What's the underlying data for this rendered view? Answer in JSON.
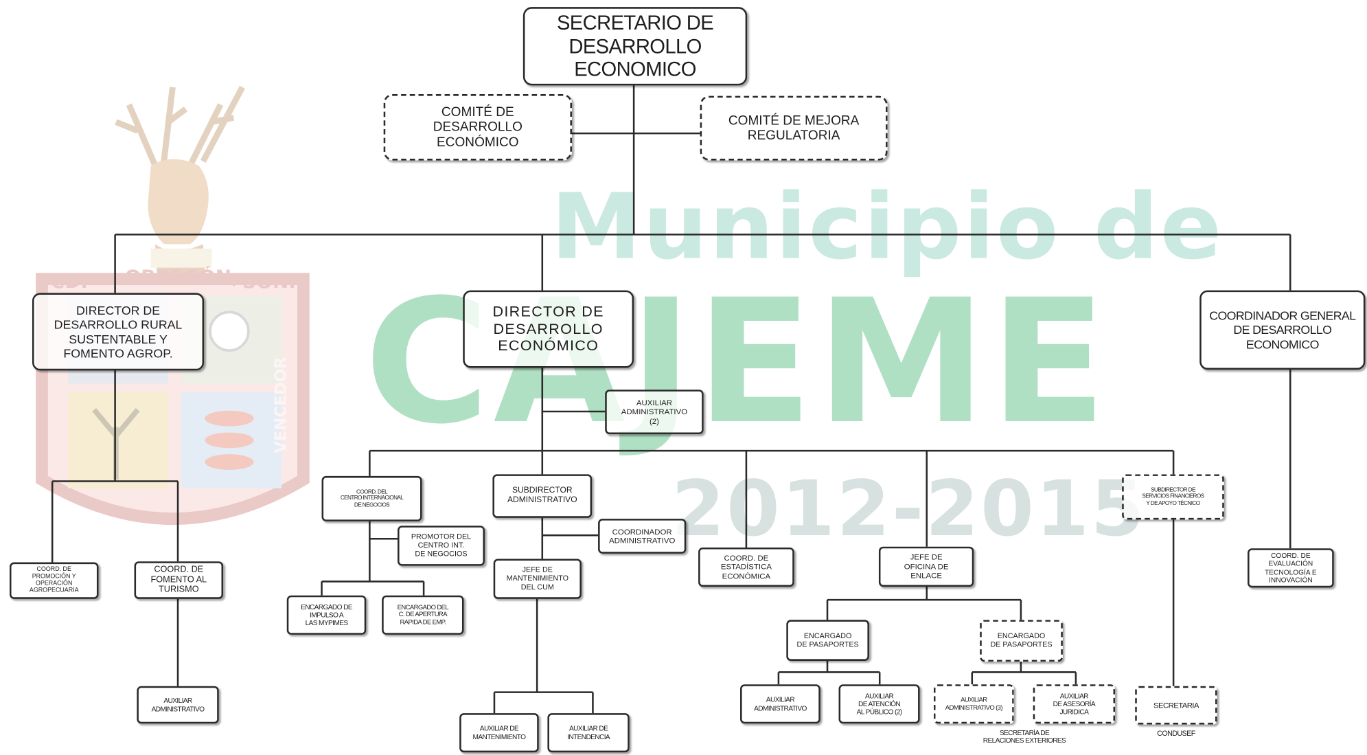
{
  "watermark": {
    "line1": "Municipio de",
    "line2": "CAJEME",
    "line3": "2012-2015",
    "crest_text": [
      "CD.",
      "OBREGÓN,",
      "SON.",
      "VENCEDOR"
    ]
  },
  "nodes": {
    "secretario": "SECRETARIO DE\nDESARROLLO ECONOMICO",
    "comite_desarrollo": "COMITÉ DE\nDESARROLLO\nECONÓMICO",
    "comite_mejora": "COMITÉ DE  MEJORA\nREGULATORIA",
    "director_rural": "DIRECTOR DE\nDESARROLLO RURAL\nSUSTENTABLE Y\nFOMENTO AGROP.",
    "director_desarrollo": "DIRECTOR DE\nDESARROLLO\nECONÓMICO",
    "coordinador_general": "COORDINADOR GENERAL\nDE DESARROLLO ECONOMICO",
    "auxiliar_admin_2": "AUXILIAR\nADMINISTRATIVO\n(2)",
    "coord_promocion": "COORD. DE\nPROMOCIÓN Y\nOPERACIÓN\nAGROPECUARIA",
    "coord_turismo": "COORD. DE\nFOMENTO AL\nTURISMO",
    "auxiliar_turismo": "AUXILIAR\nADMINISTRATIVO",
    "coord_centro": "COORD. DEL\nCENTRO INTERNACIONAL\nDE NEGOCIOS",
    "promotor": "PROMOTOR DEL\nCENTRO INT.\nDE NEGOCIOS",
    "encargado_mypimes": "ENCARGADO DE\nIMPULSO A\nLAS MYPIMES",
    "encargado_apertura": "ENCARGADO DEL\nC. DE APERTURA\nRAPIDA DE EMP.",
    "subdirector_admin": "SUBDIRECTOR\nADMINISTRATIVO",
    "coordinador_admin": "COORDINADOR\nADMINISTRATIVO",
    "jefe_mantenimiento": "JEFE DE\nMANTENIMIENTO\nDEL CUM",
    "aux_mantenimiento": "AUXILIAR DE\nMANTENIMIENTO",
    "aux_intendencia": "AUXILIAR DE\nINTENDENCIA",
    "coord_estadistica": "COORD. DE\nESTADÍSTICA\nECONÓMICA",
    "jefe_enlace": "JEFE DE\nOFICINA DE\nENLACE",
    "encargado_pasaportes_1": "ENCARGADO\nDE PASAPORTES",
    "encargado_pasaportes_2": "ENCARGADO\nDE PASAPORTES",
    "aux_admin_enlace": "AUXILIAR\nADMINISTRATIVO",
    "aux_atencion": "AUXILIAR\nDE ATENCIÓN\nAL PÚBLICO (2)",
    "aux_admin_3": "AUXILIAR\nADMINISTRATIVO (3)",
    "aux_juridica": "AUXILIAR\nDE ASESORÍA\nJURIDICA",
    "subdirector_servicios": "SUBDIRECTOR DE\nSERVICIOS FINANCIEROS\nY DE APOYO TÉCNICO",
    "secretaria": "SECRETARIA",
    "coord_evaluacion": "COORD. DE\nEVALUACIÓN\nTECNOLOGÍA E\nINNOVACIÓN"
  },
  "captions": {
    "relaciones_exteriores": "SECRETARÍA DE\nRELACIONES EXTERIORES",
    "condusef": "CONDUSEF"
  }
}
